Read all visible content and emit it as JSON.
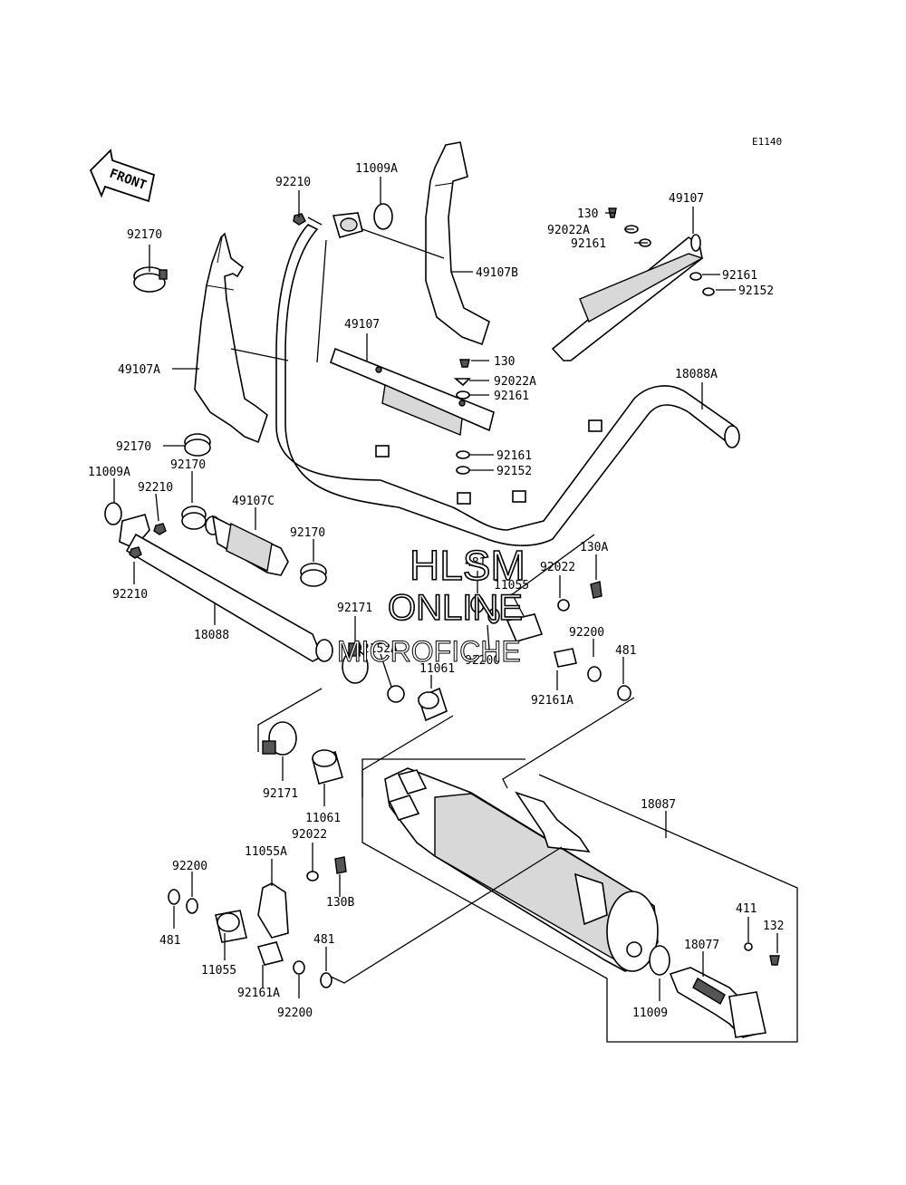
{
  "ref_code": "E1140",
  "front_arrow_label": "FRONT",
  "watermark": {
    "line1": "HLSM",
    "line2": "ONLINE",
    "line3": "MICROFICHE"
  },
  "labels": {
    "l_92210_a": "92210",
    "l_11009A_a": "11009A",
    "l_92170_a": "92170",
    "l_49107A": "49107A",
    "l_49107B": "49107B",
    "l_49107_mid": "49107",
    "l_130_mid": "130",
    "l_92022A_mid": "92022A",
    "l_92161_mid": "92161",
    "l_130_top": "130",
    "l_92022A_top": "92022A",
    "l_92161_top": "92161",
    "l_49107_top": "49107",
    "l_92161_right": "92161",
    "l_92152_right": "92152",
    "l_18088A": "18088A",
    "l_92170_b": "92170",
    "l_92161_low": "92161",
    "l_92152_low": "92152",
    "l_11009A_b": "11009A",
    "l_92170_c": "92170",
    "l_92210_b": "92210",
    "l_49107C": "49107C",
    "l_92170_d": "92170",
    "l_92210_c": "92210",
    "l_18088": "18088",
    "l_130A": "130A",
    "l_481_a": "481",
    "l_11055_a": "11055",
    "l_92022_a": "92022",
    "l_92171_a": "92171",
    "l_92152A": "92152A",
    "l_92200_a": "92200",
    "l_92200_b": "92200",
    "l_481_b": "481",
    "l_11061_a": "11061",
    "l_92161A_a": "92161A",
    "l_92171_b": "92171",
    "l_11061_b": "11061",
    "l_18087": "18087",
    "l_92022_b": "92022",
    "l_11055A": "11055A",
    "l_92200_c": "92200",
    "l_130B": "130B",
    "l_481_c": "481",
    "l_481_d": "481",
    "l_11055_b": "11055",
    "l_92161A_b": "92161A",
    "l_92200_d": "92200",
    "l_411": "411",
    "l_132": "132",
    "l_18077": "18077",
    "l_11009": "11009"
  }
}
